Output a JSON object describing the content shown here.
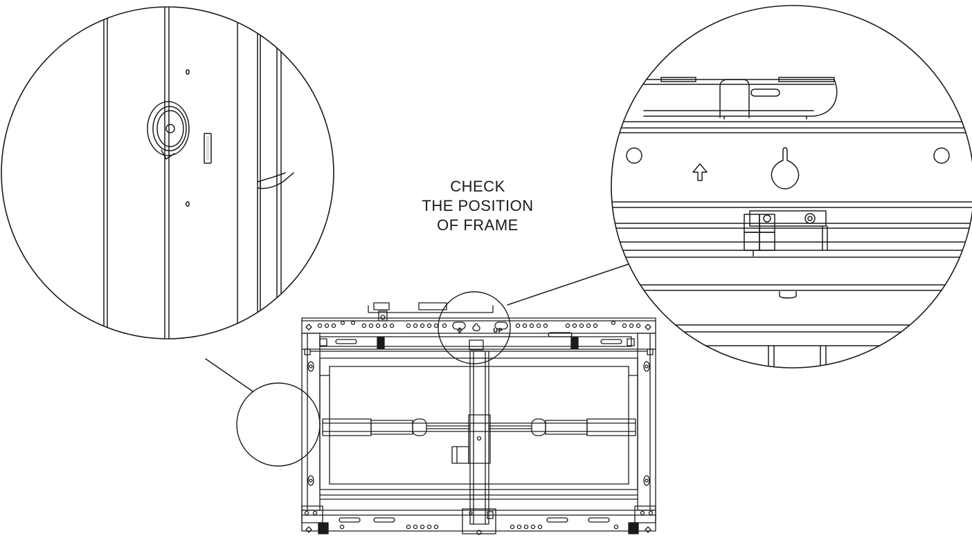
{
  "instruction": {
    "lines": [
      "CHECK",
      "THE POSITION",
      "OF FRAME"
    ]
  },
  "frame_marking": {
    "up_label": "UP",
    "arrow_icon": "up-arrow-icon",
    "keyhole_icon": "keyhole-slot-icon"
  },
  "colors": {
    "line": "#1a1a1a",
    "background": "#ffffff"
  }
}
